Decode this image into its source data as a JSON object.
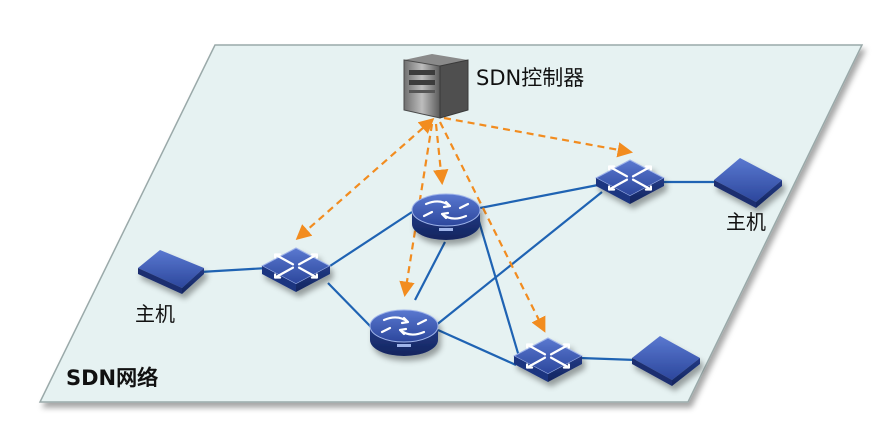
{
  "diagram": {
    "controller": {
      "label": "SDN控制器",
      "icon": "server-icon"
    },
    "network": {
      "label": "SDN网络"
    },
    "hosts": [
      {
        "id": "host-left",
        "label": "主机"
      },
      {
        "id": "host-right-top",
        "label": "主机"
      },
      {
        "id": "host-right-bottom",
        "label": ""
      }
    ],
    "routers": [
      {
        "id": "router-top",
        "badge": ""
      },
      {
        "id": "router-bottom",
        "badge": ""
      }
    ],
    "switches": [
      {
        "id": "switch-left"
      },
      {
        "id": "switch-right-top"
      },
      {
        "id": "switch-right-bottom"
      }
    ],
    "colors": {
      "plane": "#e6f2f2",
      "plane_edge": "#9aa9a9",
      "link": "#1f63b3",
      "control_link": "#f28c1f",
      "device": "#2f4aa0"
    }
  }
}
